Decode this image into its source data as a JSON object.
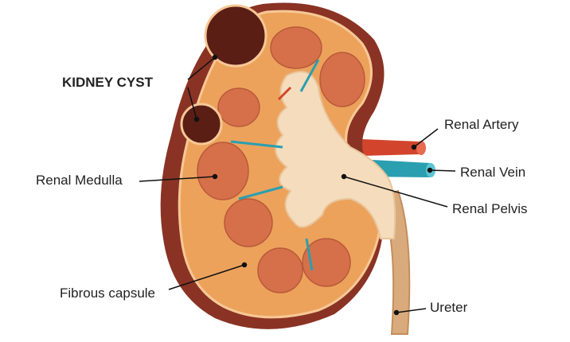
{
  "labels": {
    "kidney_cyst": "KIDNEY CYST",
    "renal_medulla": "Renal Medulla",
    "fibrous_capsule": "Fibrous capsule",
    "renal_artery": "Renal Artery",
    "renal_vein": "Renal Vein",
    "renal_pelvis": "Renal Pelvis",
    "ureter": "Ureter"
  },
  "colors": {
    "capsule": "#8a3324",
    "cortex": "#eda25c",
    "medulla": "#d6704a",
    "pelvis": "#f5dcbc",
    "cyst": "#5a1e14",
    "artery": "#d2452c",
    "vein": "#2a9fb0",
    "ureter": "#d9ab7c"
  }
}
